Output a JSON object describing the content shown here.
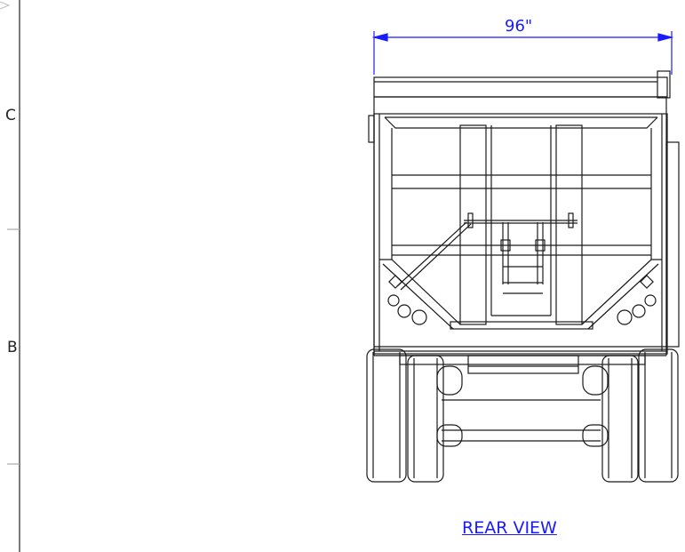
{
  "drawing": {
    "zone_labels": [
      "C",
      "B"
    ],
    "dimension_label": "96\"",
    "view_title": "REAR VIEW",
    "colors": {
      "line": "#1a1a1a",
      "dimension": "#1a1aff",
      "frame": "#999999"
    }
  }
}
